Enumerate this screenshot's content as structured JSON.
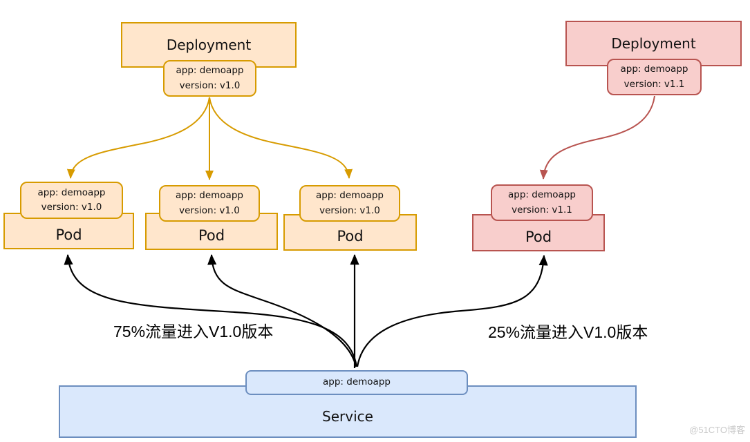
{
  "deployments": [
    {
      "title": "Deployment",
      "label_app": "app: demoapp",
      "label_version": "version: v1.0"
    },
    {
      "title": "Deployment",
      "label_app": "app: demoapp",
      "label_version": "version: v1.1"
    }
  ],
  "pods": [
    {
      "title": "Pod",
      "label_app": "app: demoapp",
      "label_version": "version: v1.0"
    },
    {
      "title": "Pod",
      "label_app": "app: demoapp",
      "label_version": "version: v1.0"
    },
    {
      "title": "Pod",
      "label_app": "app: demoapp",
      "label_version": "version: v1.0"
    },
    {
      "title": "Pod",
      "label_app": "app: demoapp",
      "label_version": "version: v1.1"
    }
  ],
  "service": {
    "title": "Service",
    "label": "app: demoapp"
  },
  "annotations": {
    "left": "75%流量进入V1.0版本",
    "right": "25%流量进入V1.0版本"
  },
  "watermark": "@51CTO博客",
  "colors": {
    "v10_fill": "#ffe6cc",
    "v10_stroke": "#d79b00",
    "v11_fill": "#f8cecc",
    "v11_stroke": "#b85450",
    "service_fill": "#dae8fc",
    "service_stroke": "#6c8ebf",
    "traffic_arrow": "#000000"
  }
}
